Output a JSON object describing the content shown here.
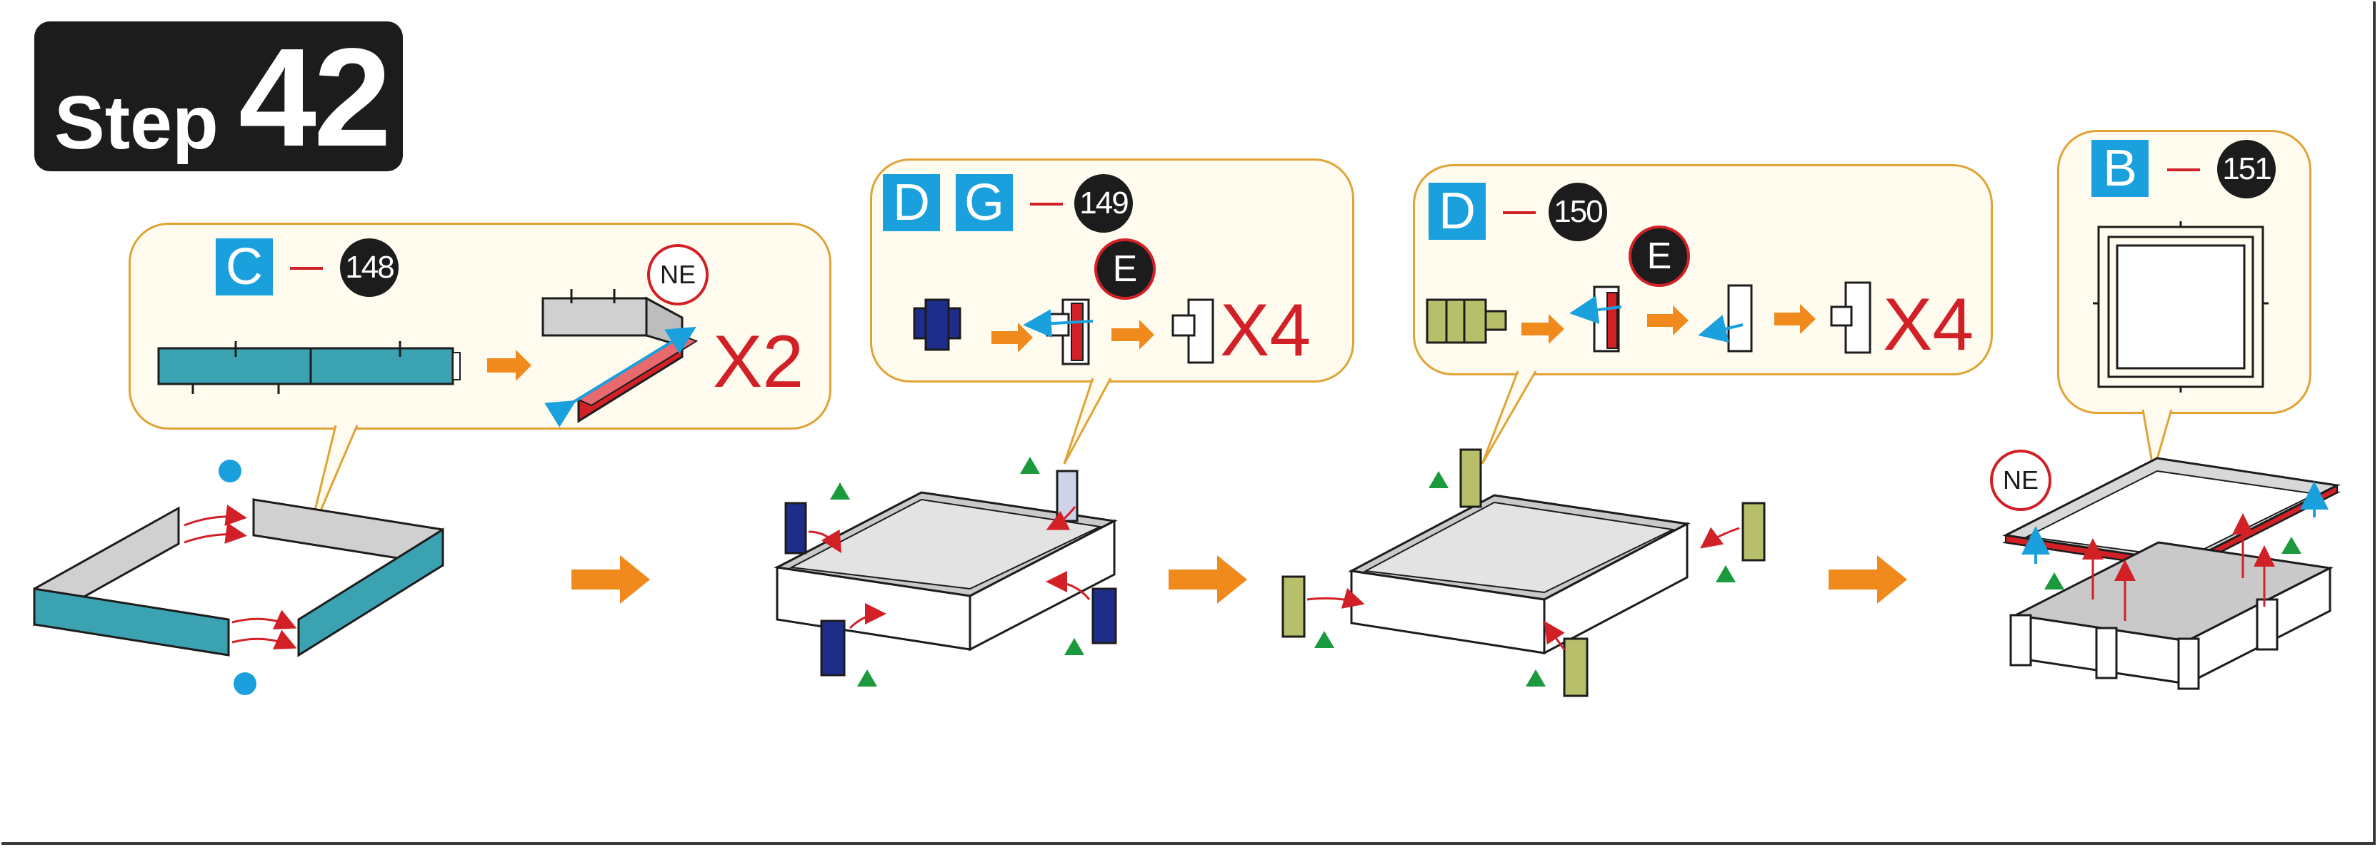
{
  "step": {
    "word": "Step",
    "number": "42"
  },
  "panels": [
    {
      "parts": [
        "C"
      ],
      "part_number": "148",
      "multiplier": "X2",
      "tag": "NE"
    },
    {
      "parts": [
        "D",
        "G"
      ],
      "part_number": "149",
      "multiplier": "X4",
      "tag": "E"
    },
    {
      "parts": [
        "D"
      ],
      "part_number": "150",
      "multiplier": "X4",
      "tag": "E"
    },
    {
      "parts": [
        "B"
      ],
      "part_number": "151"
    }
  ],
  "final_tag": "NE",
  "colors": {
    "panel_teal": "#3ba2b2",
    "panel_red": "#d22027",
    "arrow_orange": "#f08a1c",
    "part_blue": "#1aa0dc",
    "clip_navy": "#1f2d8a",
    "clip_olive": "#b7bf6a",
    "marker_green": "#1a9a3c",
    "callout_border": "#e0a335"
  }
}
